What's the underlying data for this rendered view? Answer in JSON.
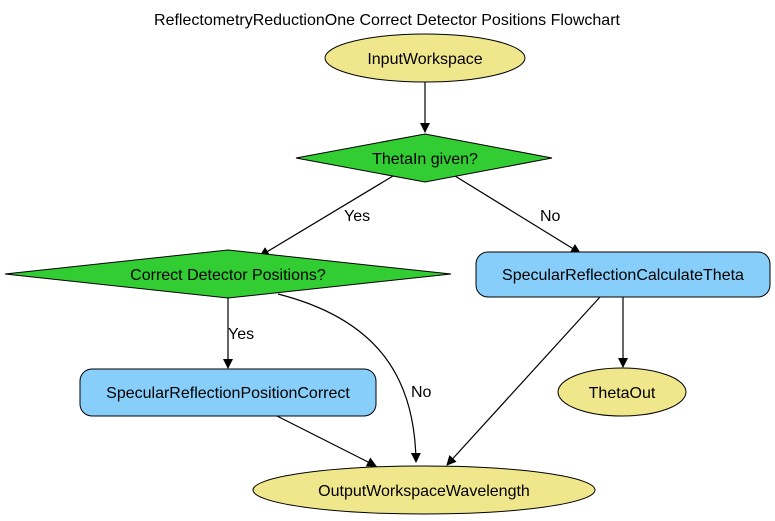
{
  "title": "ReflectometryReductionOne Correct Detector Positions Flowchart",
  "colors": {
    "io_fill": "#f0e68c",
    "decision_fill": "#32cd32",
    "process_fill": "#87cefa",
    "stroke": "#000000"
  },
  "nodes": {
    "input_workspace": "InputWorkspace",
    "theta_in_given": "ThetaIn given?",
    "correct_detector_positions": "Correct Detector Positions?",
    "specular_calculate_theta": "SpecularReflectionCalculateTheta",
    "specular_position_correct": "SpecularReflectionPositionCorrect",
    "theta_out": "ThetaOut",
    "output_workspace_wavelength": "OutputWorkspaceWavelength"
  },
  "edges": {
    "theta_yes": "Yes",
    "theta_no": "No",
    "correct_yes": "Yes",
    "correct_no": "No"
  }
}
